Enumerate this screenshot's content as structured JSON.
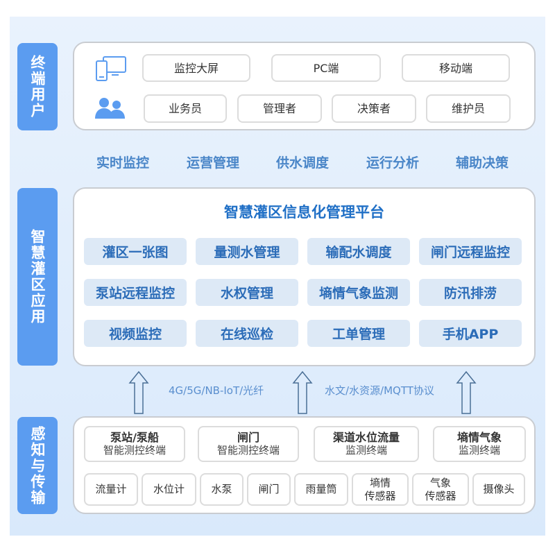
{
  "layers": {
    "terminal": {
      "label": "终端用户",
      "devices": [
        "监控大屏",
        "PC端",
        "移动端"
      ],
      "roles": [
        "业务员",
        "管理者",
        "决策者",
        "维护员"
      ]
    },
    "functions": [
      "实时监控",
      "运营管理",
      "供水调度",
      "运行分析",
      "辅助决策"
    ],
    "application": {
      "label": "智慧灌区应用",
      "title": "智慧灌区信息化管理平台",
      "modules": [
        "灌区一张图",
        "量测水管理",
        "输配水调度",
        "闸门远程监控",
        "泵站远程监控",
        "水权管理",
        "墒情气象监测",
        "防汛排涝",
        "视频监控",
        "在线巡检",
        "工单管理",
        "手机APP"
      ]
    },
    "protocols": [
      "4G/5G/NB-IoT/光纤",
      "水文/水资源/MQTT协议"
    ],
    "sensing": {
      "label": "感知与传输",
      "terminals": [
        {
          "name": "泵站/泵船",
          "sub": "智能测控终端"
        },
        {
          "name": "闸门",
          "sub": "智能测控终端"
        },
        {
          "name": "渠道水位流量",
          "sub": "监测终端"
        },
        {
          "name": "墒情气象",
          "sub": "监测终端"
        }
      ],
      "sensors": [
        "流量计",
        "水位计",
        "水泵",
        "闸门",
        "雨量筒",
        "墒情\n传感器",
        "气象\n传感器",
        "摄像头"
      ]
    }
  },
  "colors": {
    "label_bg": "#5b9cf0",
    "title": "#1f6fc6",
    "module_bg": "#dde9f6"
  }
}
